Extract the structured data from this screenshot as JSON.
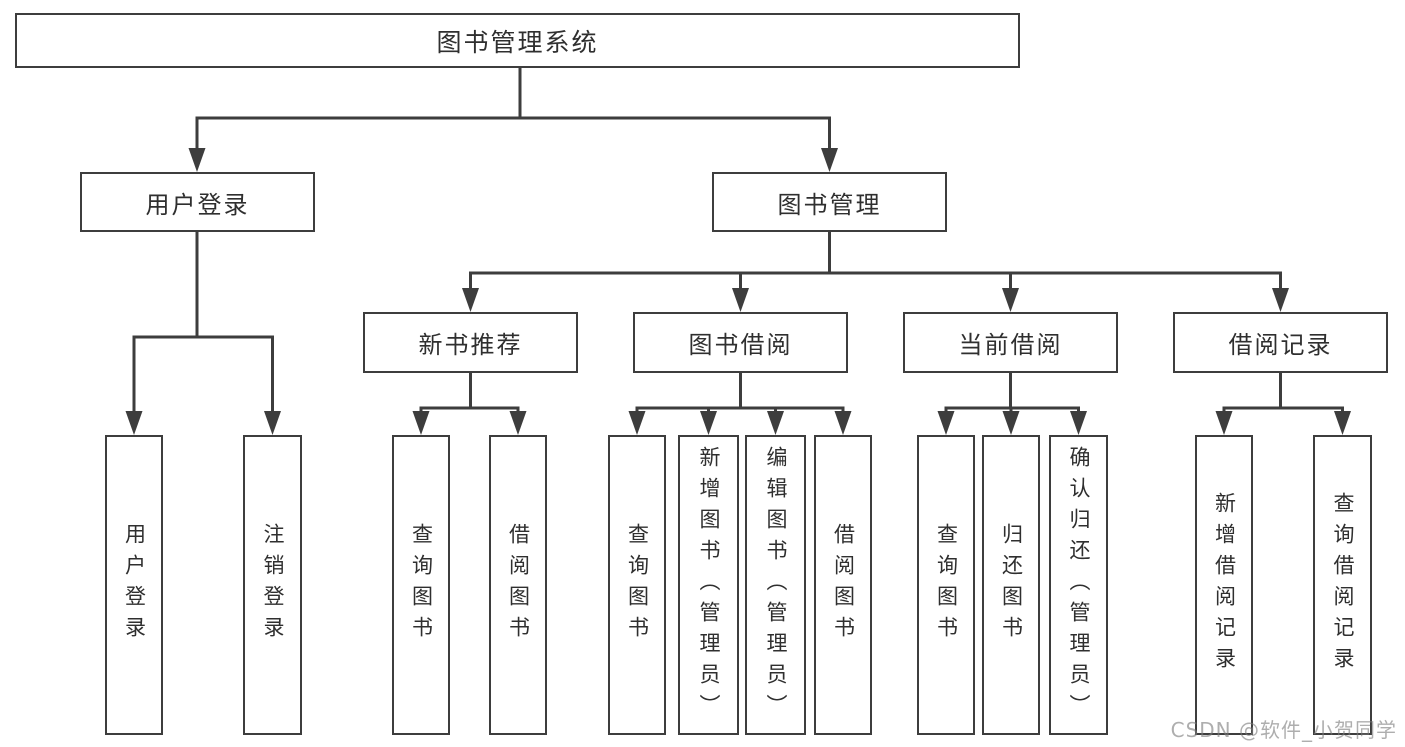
{
  "diagram": {
    "root": {
      "label": "图书管理系统"
    },
    "level2": [
      {
        "label": "用户登录",
        "children": [
          {
            "label": "用户登录"
          },
          {
            "label": "注销登录"
          }
        ]
      },
      {
        "label": "图书管理",
        "children": [
          {
            "label": "新书推荐",
            "children": [
              {
                "label": "查询图书"
              },
              {
                "label": "借阅图书"
              }
            ]
          },
          {
            "label": "图书借阅",
            "children": [
              {
                "label": "查询图书"
              },
              {
                "label": "新增图书（管理员）"
              },
              {
                "label": "编辑图书（管理员）"
              },
              {
                "label": "借阅图书"
              }
            ]
          },
          {
            "label": "当前借阅",
            "children": [
              {
                "label": "查询图书"
              },
              {
                "label": "归还图书"
              },
              {
                "label": "确认归还（管理员）"
              }
            ]
          },
          {
            "label": "借阅记录",
            "children": [
              {
                "label": "新增借阅记录"
              },
              {
                "label": "查询借阅记录"
              }
            ]
          }
        ]
      }
    ]
  },
  "watermark": {
    "text": "CSDN @软件_小贺同学"
  },
  "colors": {
    "line": "#3d3d3d",
    "box_border": "#3d3d3d",
    "text": "#2f2f2f",
    "background": "#ffffff",
    "watermark": "#7d7d7d"
  }
}
